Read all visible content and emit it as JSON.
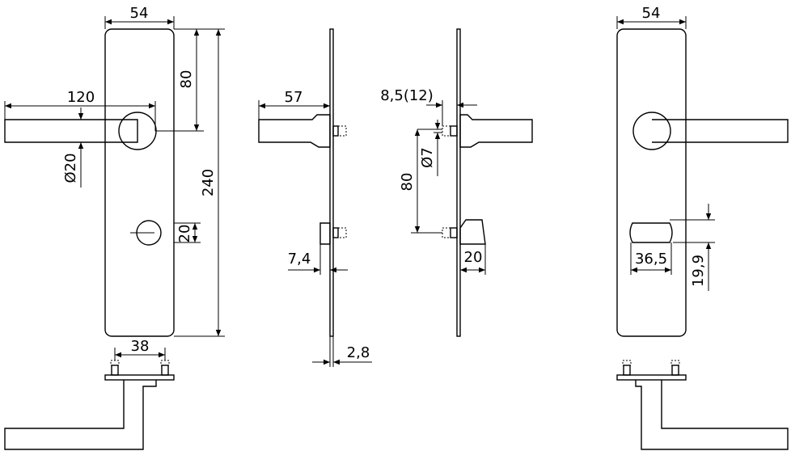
{
  "colors": {
    "line": "#000000",
    "background": "#ffffff"
  },
  "front": {
    "plate_width": "54",
    "lever_length": "120",
    "rosette_diameter": "Ø20",
    "lever_offset": "80",
    "plate_height": "240",
    "turn_height": "20",
    "spindle_spacing": "38"
  },
  "side_left": {
    "lever_depth": "57",
    "turn_depth": "7,4",
    "plate_thickness": "2,8"
  },
  "side_right": {
    "spindle_offset": "8,5(12)",
    "spindle_diameter": "Ø7",
    "center_distance": "80",
    "turn_depth": "20"
  },
  "back": {
    "plate_width": "54",
    "turn_width": "36,5",
    "turn_height": "19,9"
  }
}
